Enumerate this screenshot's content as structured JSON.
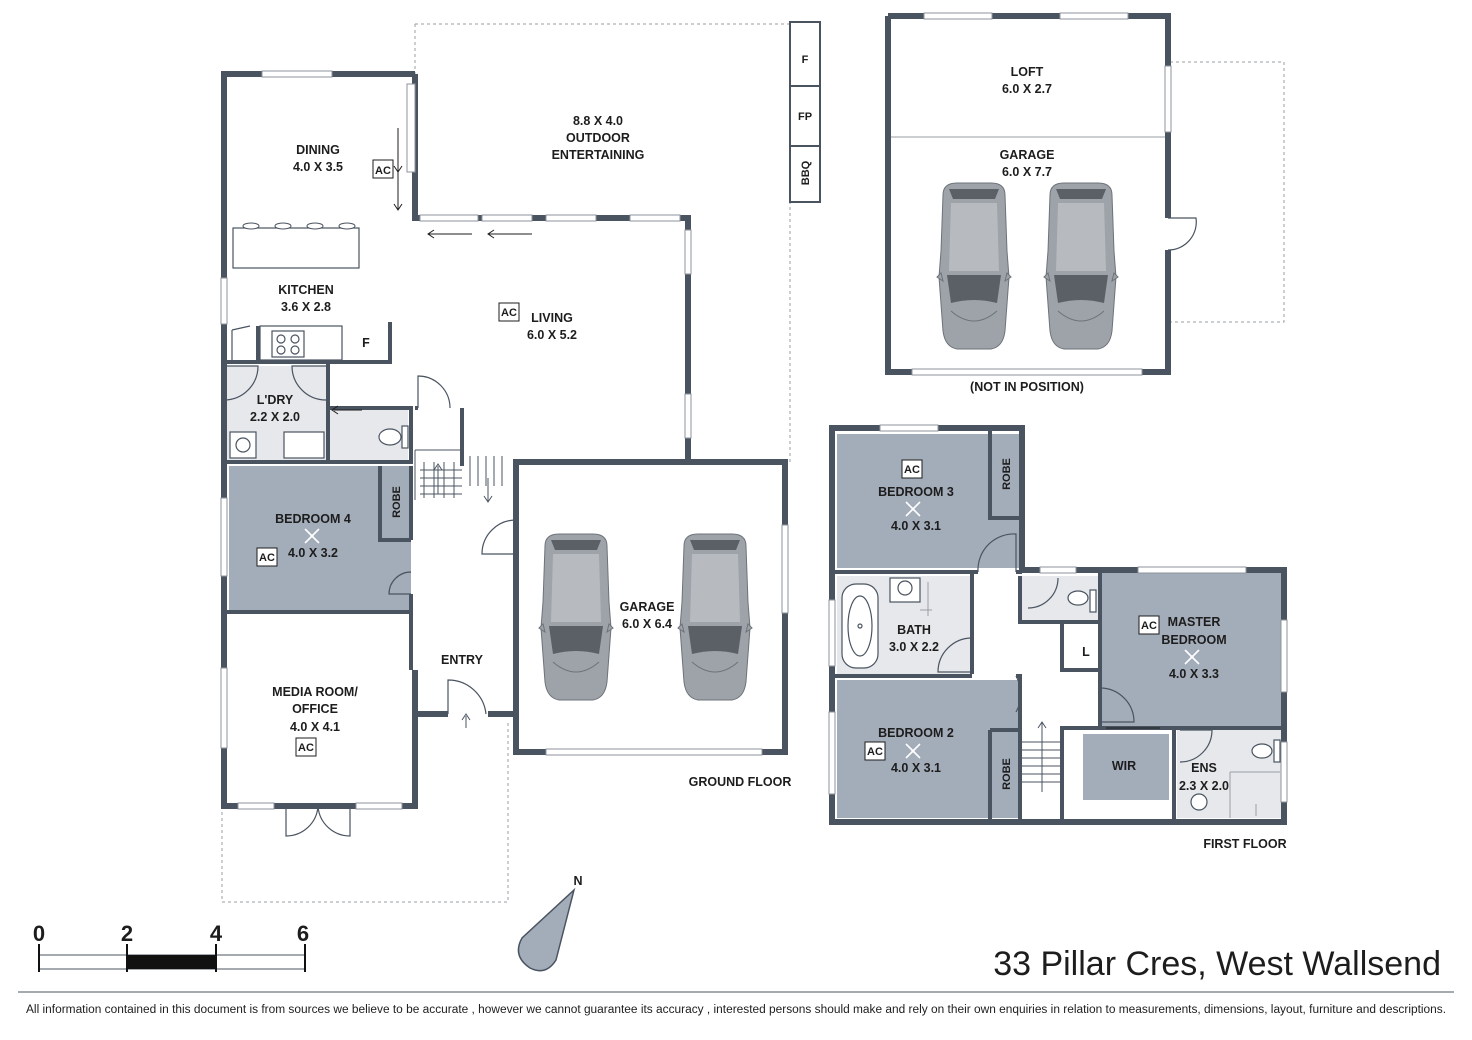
{
  "colors": {
    "wall": "#4a5461",
    "bedroom_fill": "#a3acb9",
    "wet_fill": "#e6e8eb",
    "compass_fill": "#a3acb9"
  },
  "ground_floor": {
    "label": "GROUND FLOOR",
    "rooms": {
      "dining": {
        "name": "DINING",
        "dims": "4.0 X 3.5"
      },
      "outdoor": {
        "dims": "8.8 X 4.0",
        "name_line1": "OUTDOOR",
        "name_line2": "ENTERTAINING"
      },
      "kitchen": {
        "name": "KITCHEN",
        "dims": "3.6 X 2.8"
      },
      "living": {
        "name": "LIVING",
        "dims": "6.0 X 5.2"
      },
      "laundry": {
        "name": "L'DRY",
        "dims": "2.2 X 2.0"
      },
      "bedroom4": {
        "name": "BEDROOM 4",
        "dims": "4.0 X 3.2"
      },
      "garage": {
        "name": "GARAGE",
        "dims": "6.0 X 6.4"
      },
      "entry": {
        "name": "ENTRY"
      },
      "media": {
        "name_line1": "MEDIA ROOM/",
        "name_line2": "OFFICE",
        "dims": "4.0 X 4.1"
      }
    },
    "tags": {
      "ac": "AC",
      "fridge": "F",
      "fireplace": "FP",
      "bbq": "BBQ",
      "robe": "ROBE"
    }
  },
  "outbuilding": {
    "loft": {
      "name": "LOFT",
      "dims": "6.0 X 2.7"
    },
    "garage": {
      "name": "GARAGE",
      "dims": "6.0 X 7.7"
    },
    "note": "(NOT IN POSITION)"
  },
  "first_floor": {
    "label": "FIRST FLOOR",
    "rooms": {
      "bedroom3": {
        "name": "BEDROOM 3",
        "dims": "4.0 X 3.1"
      },
      "bath": {
        "name": "BATH",
        "dims": "3.0 X 2.2"
      },
      "master": {
        "name_line1": "MASTER",
        "name_line2": "BEDROOM",
        "dims": "4.0 X 3.3"
      },
      "bedroom2": {
        "name": "BEDROOM 2",
        "dims": "4.0 X 3.1"
      },
      "wir": {
        "name": "WIR"
      },
      "ens": {
        "name": "ENS",
        "dims": "2.3 X 2.0"
      }
    },
    "tags": {
      "ac": "AC",
      "robe": "ROBE",
      "linen": "L"
    }
  },
  "compass": {
    "north": "N"
  },
  "scale_bar": {
    "ticks": [
      "0",
      "2",
      "4",
      "6"
    ]
  },
  "address": "33 Pillar Cres, West Wallsend",
  "disclaimer": "All information contained in this document is from sources we believe to be accurate , however we cannot guarantee its accuracy , interested persons should make and rely on their own enquiries in relation to measurements, dimensions, layout, furniture and descriptions."
}
